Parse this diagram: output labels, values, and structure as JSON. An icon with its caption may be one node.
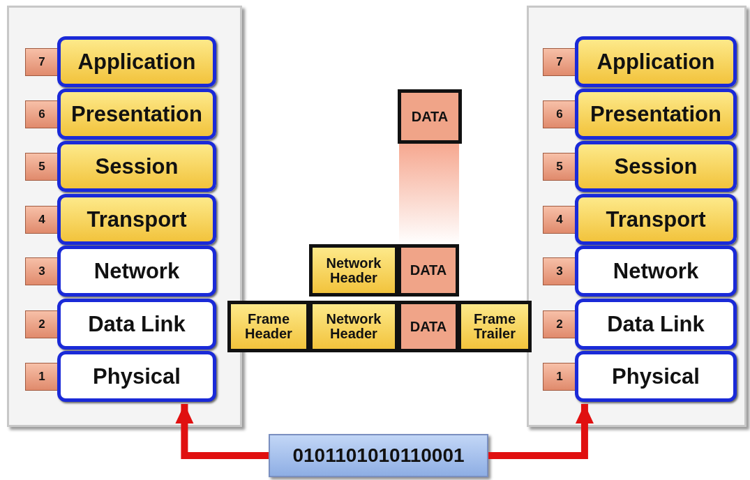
{
  "diagram": {
    "nodes": [
      {
        "text": [],
        "shape": "box"
      },
      {
        "text": [
          "Application"
        ],
        "in": 0,
        "beside": [
          "7"
        ]
      },
      {
        "text": [
          "Presentation"
        ],
        "in": 0,
        "beside": [
          "6"
        ]
      },
      {
        "text": [
          "Session"
        ],
        "in": 0,
        "beside": [
          "5"
        ]
      },
      {
        "text": [
          "Transport"
        ],
        "in": 0,
        "beside": [
          "4"
        ]
      },
      {
        "text": [
          "Network"
        ],
        "in": 0,
        "beside": [
          "3"
        ]
      },
      {
        "text": [
          "Data Link"
        ],
        "in": 0,
        "beside": [
          "2"
        ]
      },
      {
        "text": [
          "Physical"
        ],
        "in": 0,
        "beside": [
          "1"
        ]
      },
      {
        "text": [],
        "shape": "box"
      },
      {
        "text": [
          "Application"
        ],
        "in": 8,
        "beside": [
          "7"
        ]
      },
      {
        "text": [
          "Presentation"
        ],
        "in": 8,
        "beside": [
          "6"
        ]
      },
      {
        "text": [
          "Session"
        ],
        "in": 8,
        "beside": [
          "5"
        ]
      },
      {
        "text": [
          "Transport"
        ],
        "in": 8,
        "beside": [
          "4"
        ]
      },
      {
        "text": [
          "Network"
        ],
        "in": 8,
        "beside": [
          "3"
        ]
      },
      {
        "text": [
          "Data Link"
        ],
        "in": 8,
        "beside": [
          "2"
        ]
      },
      {
        "text": [
          "Physical"
        ],
        "in": 8,
        "beside": [
          "1"
        ]
      },
      {
        "text": [
          "DATA"
        ]
      },
      {
        "text": [],
        "shape": "bar"
      },
      {
        "text": [
          "Network Header"
        ]
      },
      {
        "text": [
          "DATA"
        ]
      },
      {
        "text": [
          "Frame Header"
        ]
      },
      {
        "text": [
          "Network Header"
        ]
      },
      {
        "text": [
          "DATA"
        ]
      },
      {
        "text": [
          "Frame Trailer"
        ]
      },
      {
        "text": [
          "0101101010110001"
        ]
      }
    ],
    "edges": [
      {
        "from": 24,
        "to": 7,
        "arrow": "to"
      },
      {
        "from": 24,
        "to": 15,
        "arrow": "to"
      }
    ]
  }
}
